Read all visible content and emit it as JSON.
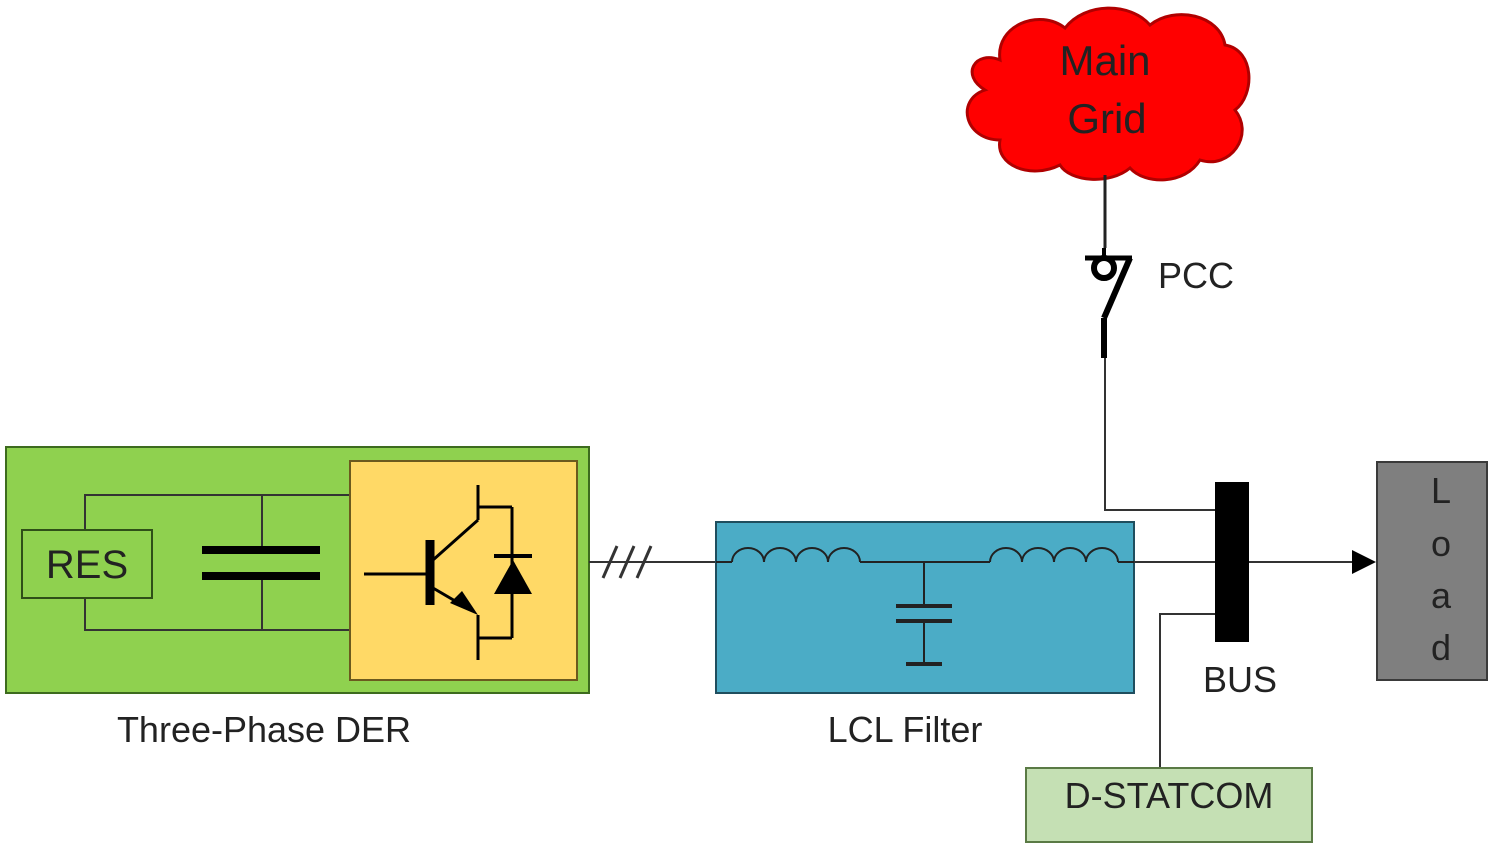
{
  "grid": {
    "line1": "Main",
    "line2": "Grid"
  },
  "pcc": {
    "label": "PCC"
  },
  "der": {
    "res_label": "RES",
    "caption": "Three-Phase DER"
  },
  "filter": {
    "caption": "LCL Filter"
  },
  "bus": {
    "label": "BUS"
  },
  "load": {
    "letters": [
      "L",
      "o",
      "a",
      "d"
    ]
  },
  "dstatcom": {
    "label": "D-STATCOM"
  },
  "colors": {
    "grid_cloud": "#ff0000",
    "der_block": "#8fd14f",
    "converter_block": "#ffd966",
    "filter_block": "#4bacc6",
    "load_block": "#7f7f7f",
    "dstatcom_block": "#c5e0b4",
    "bus_bar": "#000000"
  }
}
